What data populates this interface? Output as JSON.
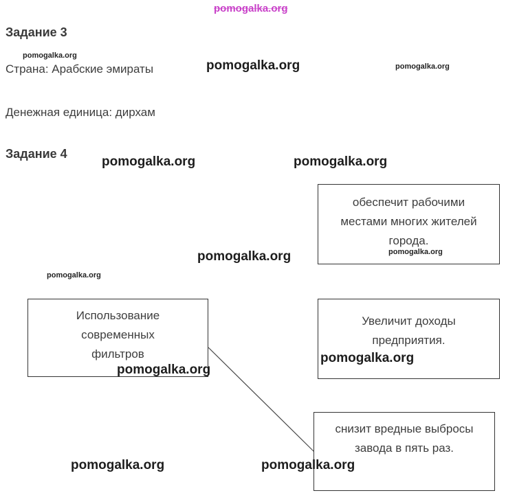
{
  "watermark": {
    "text": "pomogalka.org"
  },
  "task3": {
    "title": "Задание 3",
    "country_line": "Страна: Арабские эмираты",
    "currency_line": "Денежная единица: дирхам"
  },
  "task4": {
    "title": "Задание 4"
  },
  "diagram": {
    "cause_box": "Использование современных фильтров",
    "effect_top": "обеспечит рабочими местами многих жителей города.",
    "effect_middle": "Увеличит доходы предприятия.",
    "effect_bottom": "снизит вредные выбросы завода в пять раз."
  },
  "colors": {
    "text": "#3d3d3d",
    "border": "#333333",
    "watermark_magenta": "#c83fc8",
    "watermark_dark": "#1d1d1d"
  }
}
